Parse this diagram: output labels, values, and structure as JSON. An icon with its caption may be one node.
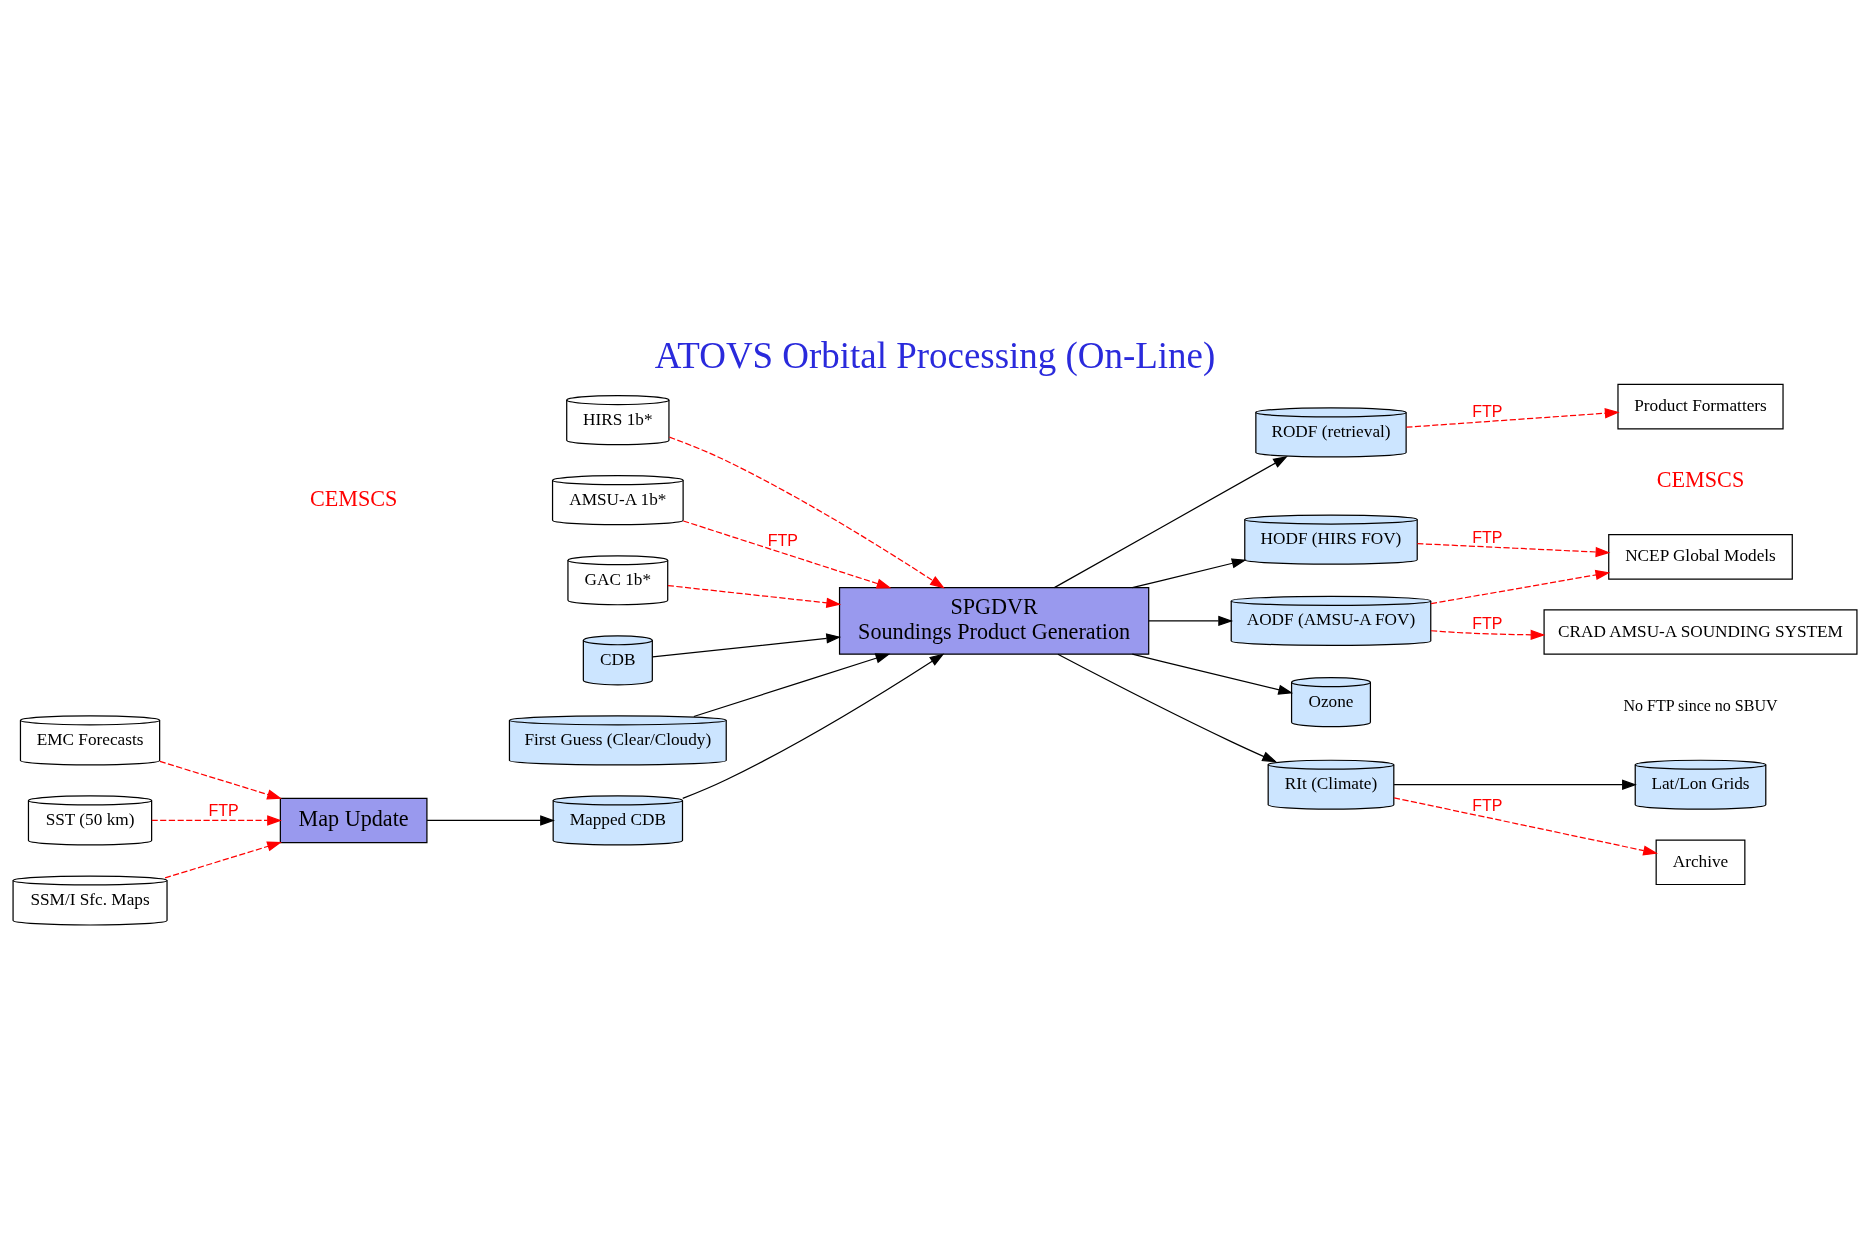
{
  "diagram": {
    "title": "ATOVS Orbital Processing (On-Line)",
    "nodes": [
      {
        "text": [
          "HIRS 1b*"
        ]
      },
      {
        "text": [
          "AMSU-A 1b*"
        ]
      },
      {
        "text": [
          "GAC 1b*"
        ]
      },
      {
        "text": [
          "SPGDVR",
          "Soundings Product Generation"
        ]
      },
      {
        "text": [
          "CDB"
        ]
      },
      {
        "text": [
          "First Guess (Clear/Cloudy)"
        ]
      },
      {
        "text": [
          "Mapped CDB"
        ]
      },
      {
        "text": [
          "EMC Forecasts"
        ]
      },
      {
        "text": [
          "SST (50 km)"
        ]
      },
      {
        "text": [
          "SSM/I Sfc. Maps"
        ]
      },
      {
        "text": [
          "Map Update"
        ]
      },
      {
        "text": [
          "RODF (retrieval)"
        ]
      },
      {
        "text": [
          "HODF (HIRS FOV)"
        ]
      },
      {
        "text": [
          "AODF (AMSU-A FOV)"
        ]
      },
      {
        "text": [
          "Ozone"
        ]
      },
      {
        "text": [
          "RIt (Climate)"
        ]
      },
      {
        "text": [
          "Lat/Lon Grids"
        ]
      },
      {
        "text": [
          "Product Formatters"
        ]
      },
      {
        "text": [
          "NCEP Global Models"
        ]
      },
      {
        "text": [
          "CRAD AMSU-A SOUNDING SYSTEM"
        ]
      },
      {
        "text": [
          "Archive"
        ]
      }
    ],
    "edges": [
      {
        "from": 0,
        "to": 3,
        "arrow": "to",
        "style": "dashed",
        "color": "#ff0000"
      },
      {
        "from": 1,
        "to": 3,
        "arrow": "to",
        "label": "FTP",
        "style": "dashed",
        "color": "#ff0000"
      },
      {
        "from": 2,
        "to": 3,
        "arrow": "to",
        "style": "dashed",
        "color": "#ff0000"
      },
      {
        "from": 4,
        "to": 3,
        "arrow": "to",
        "color": "#000000"
      },
      {
        "from": 6,
        "to": 3,
        "arrow": "to",
        "color": "#000000"
      },
      {
        "from": 5,
        "to": 3,
        "arrow": "to",
        "color": "#000000"
      },
      {
        "from": 10,
        "to": 6,
        "arrow": "to",
        "color": "#000000"
      },
      {
        "from": 7,
        "to": 10,
        "arrow": "to",
        "style": "dashed",
        "color": "#ff0000"
      },
      {
        "from": 8,
        "to": 10,
        "arrow": "to",
        "label": "FTP",
        "style": "dashed",
        "color": "#ff0000"
      },
      {
        "from": 9,
        "to": 10,
        "arrow": "to",
        "style": "dashed",
        "color": "#ff0000"
      },
      {
        "from": 3,
        "to": 11,
        "arrow": "to",
        "color": "#000000"
      },
      {
        "from": 3,
        "to": 12,
        "arrow": "to",
        "color": "#000000"
      },
      {
        "from": 3,
        "to": 13,
        "arrow": "to",
        "color": "#000000"
      },
      {
        "from": 3,
        "to": 14,
        "arrow": "to",
        "color": "#000000"
      },
      {
        "from": 3,
        "to": 15,
        "arrow": "to",
        "color": "#000000"
      },
      {
        "from": 11,
        "to": 17,
        "arrow": "to",
        "label": "FTP",
        "style": "dashed",
        "color": "#ff0000"
      },
      {
        "from": 12,
        "to": 18,
        "arrow": "to",
        "label": "FTP",
        "style": "dashed",
        "color": "#ff0000"
      },
      {
        "from": 13,
        "to": 18,
        "arrow": "to",
        "style": "dashed",
        "color": "#ff0000"
      },
      {
        "from": 13,
        "to": 19,
        "arrow": "to",
        "label": "FTP",
        "style": "dashed",
        "color": "#ff0000"
      },
      {
        "from": 15,
        "to": 20,
        "arrow": "to",
        "label": "FTP",
        "style": "dashed",
        "color": "#ff0000"
      },
      {
        "from": 15,
        "to": 16,
        "arrow": "to",
        "color": "#000000"
      }
    ],
    "labels": [
      "CEMSCS",
      "CEMSCS",
      "No FTP since no SBUV"
    ]
  }
}
